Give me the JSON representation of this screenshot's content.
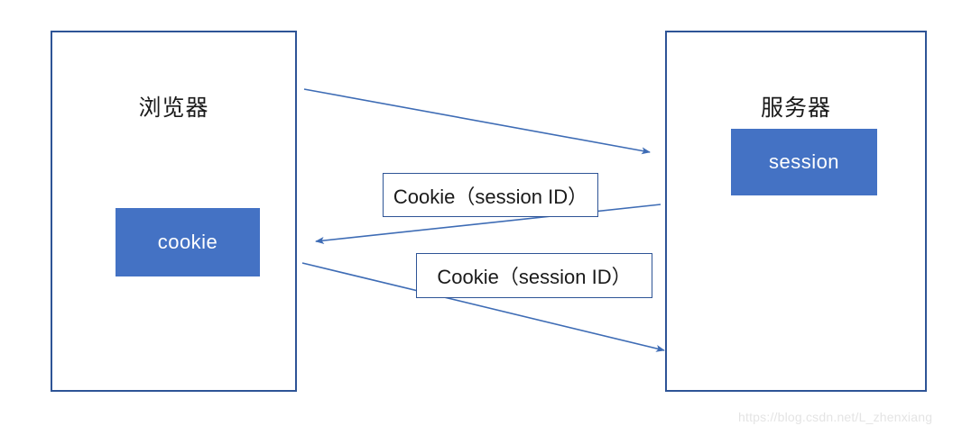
{
  "diagram": {
    "title_hidden": "Cookie and Session interaction between browser and server",
    "browser_panel": {
      "title": "浏览器",
      "inner_box_label": "cookie"
    },
    "server_panel": {
      "title": "服务器",
      "inner_box_label": "session"
    },
    "message_labels": [
      {
        "text": "Cookie（session ID）"
      },
      {
        "text": "Cookie（session ID）"
      }
    ],
    "arrows": [
      {
        "name": "browser-to-server-request",
        "direction": "right"
      },
      {
        "name": "server-to-browser-set-cookie",
        "direction": "left"
      },
      {
        "name": "browser-to-server-send-cookie",
        "direction": "right"
      }
    ],
    "watermark": "https://blog.csdn.net/L_zhenxiang",
    "colors": {
      "box_border": "#2E5496",
      "accent_fill": "#4472C4",
      "arrow": "#3E6CB5",
      "text": "#1a1a1a",
      "inner_text": "#ffffff",
      "watermark": "#e4e4e4",
      "background": "#ffffff"
    }
  }
}
